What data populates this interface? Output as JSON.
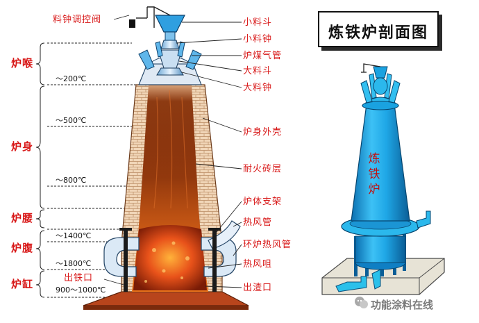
{
  "title": "炼铁炉剖面图",
  "vertical_label": "炼铁炉",
  "watermark": "功能涂料在线",
  "zones": {
    "throat": "炉喉",
    "shaft": "炉身",
    "belly": "炉腰",
    "bosh": "炉腹",
    "hearth": "炉缸"
  },
  "temperatures": {
    "t200": "～200℃",
    "t500": "～500℃",
    "t800": "～800℃",
    "t1400": "～1400℃",
    "t1800": "～1800℃",
    "t900": "900～1000℃"
  },
  "left_labels": {
    "valve": "料钟调控阀",
    "tap_hole": "出铁口"
  },
  "right_labels": {
    "small_hopper": "小料斗",
    "small_bell": "小料钟",
    "gas_pipe": "炉煤气管",
    "large_hopper": "大料斗",
    "large_bell": "大料钟",
    "shell": "炉身外壳",
    "refractory": "耐火砖层",
    "support": "炉体支架",
    "hot_blast_pipe": "热风管",
    "bustle_pipe": "环炉热风管",
    "tuyere": "热风咀",
    "slag_hole": "出渣口"
  },
  "colors": {
    "label_red": "#d81818",
    "steel_blue": "#1fa7e6",
    "brick": "#e8c9a8",
    "molten": "#e8521a"
  }
}
